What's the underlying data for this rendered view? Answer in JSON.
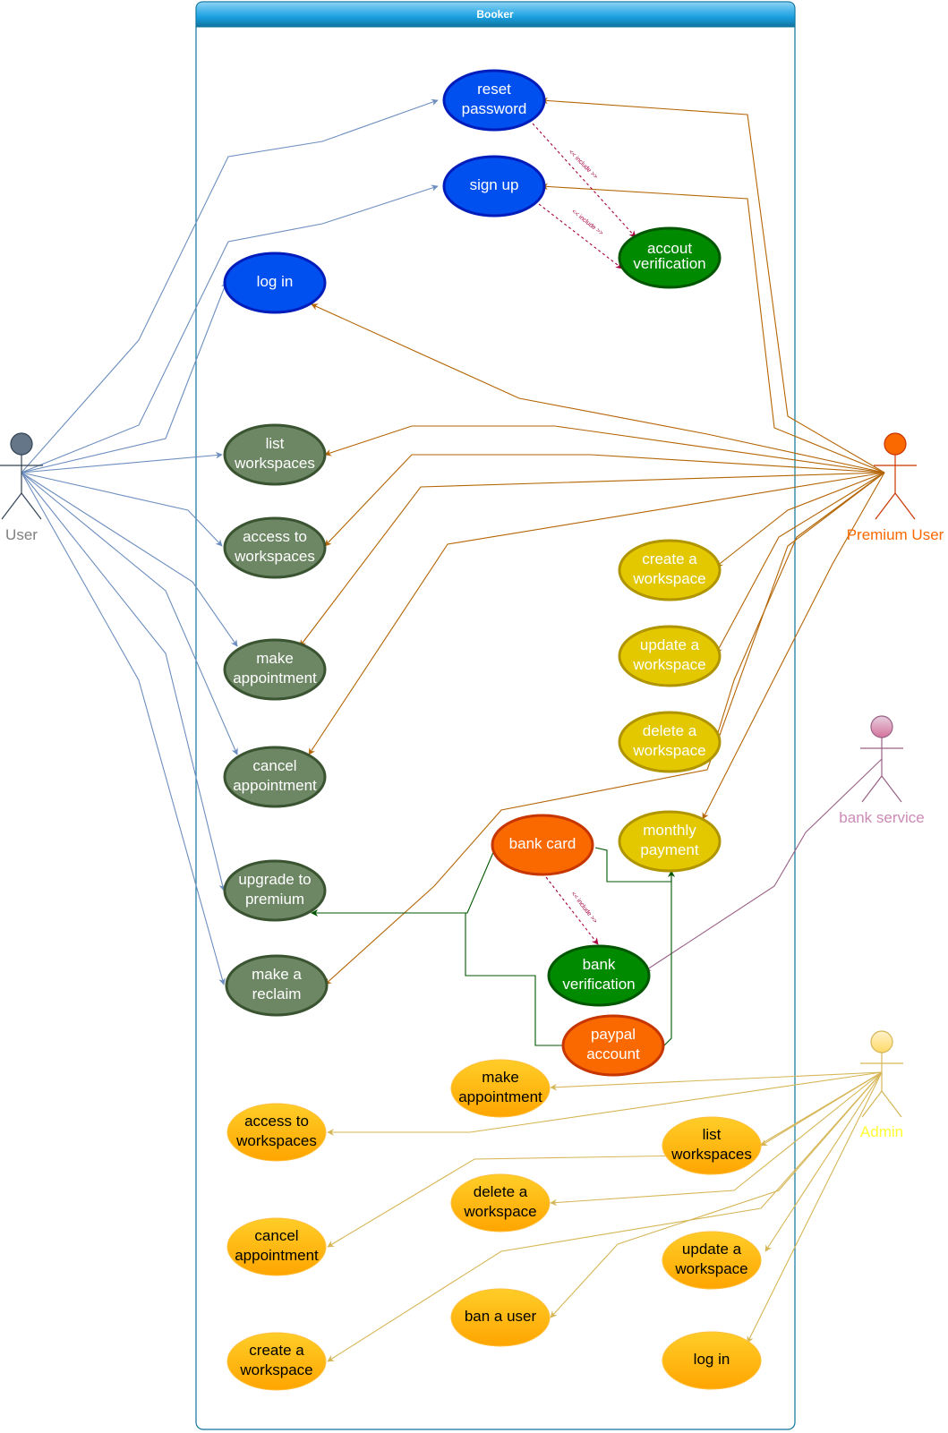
{
  "system": {
    "title": "Booker"
  },
  "actors": {
    "user": "User",
    "premium": "Premium User",
    "bank": "bank service",
    "admin": "Admin"
  },
  "use_cases": {
    "reset_password": [
      "reset",
      "password"
    ],
    "sign_up": [
      "sign up"
    ],
    "account_verification": [
      "accout",
      "verification"
    ],
    "log_in": [
      "log in"
    ],
    "list_workspaces": [
      "list",
      "workspaces"
    ],
    "access_workspaces": [
      "access to",
      "workspaces"
    ],
    "make_appointment": [
      "make",
      "appointment"
    ],
    "cancel_appointment": [
      "cancel",
      "appointment"
    ],
    "upgrade_premium": [
      "upgrade to",
      "premium"
    ],
    "make_reclaim": [
      "make a",
      "reclaim"
    ],
    "create_workspace": [
      "create a",
      "workspace"
    ],
    "update_workspace": [
      "update a",
      "workspace"
    ],
    "delete_workspace": [
      "delete a",
      "workspace"
    ],
    "monthly_payment": [
      "monthly",
      "payment"
    ],
    "bank_card": [
      "bank card"
    ],
    "bank_verification": [
      "bank",
      "verification"
    ],
    "paypal_account": [
      "paypal",
      "account"
    ],
    "admin_make_appointment": [
      "make",
      "appointment"
    ],
    "admin_access_workspaces": [
      "access to",
      "workspaces"
    ],
    "admin_list_workspaces": [
      "list",
      "workspaces"
    ],
    "admin_delete_workspace": [
      "delete a",
      "workspace"
    ],
    "admin_cancel_appointment": [
      "cancel",
      "appointment"
    ],
    "admin_update_workspace": [
      "update a",
      "workspace"
    ],
    "admin_ban_user": [
      "ban a user"
    ],
    "admin_create_workspace": [
      "create a",
      "workspace"
    ],
    "admin_log_in": [
      "log in"
    ]
  },
  "relations": {
    "include": "<< include >>"
  },
  "colors": {
    "blue_fill": "#0050ef",
    "blue_stroke": "#001dbc",
    "darkgreen_fill": "#008a00",
    "darkgreen_stroke": "#005700",
    "olive_fill": "#6d8764",
    "olive_stroke": "#3a5431",
    "yellow_fill": "#e3c800",
    "yellow_stroke": "#b09500",
    "orange_fill": "#fa6800",
    "orange_stroke": "#c73500",
    "amber_fill": "#ffb31a",
    "user_line": "#6c8ebf",
    "premium_line": "#b46504",
    "bank_line": "#996185",
    "admin_line": "#d6b656",
    "include_line": "#a50040",
    "green_line": "#005700"
  }
}
